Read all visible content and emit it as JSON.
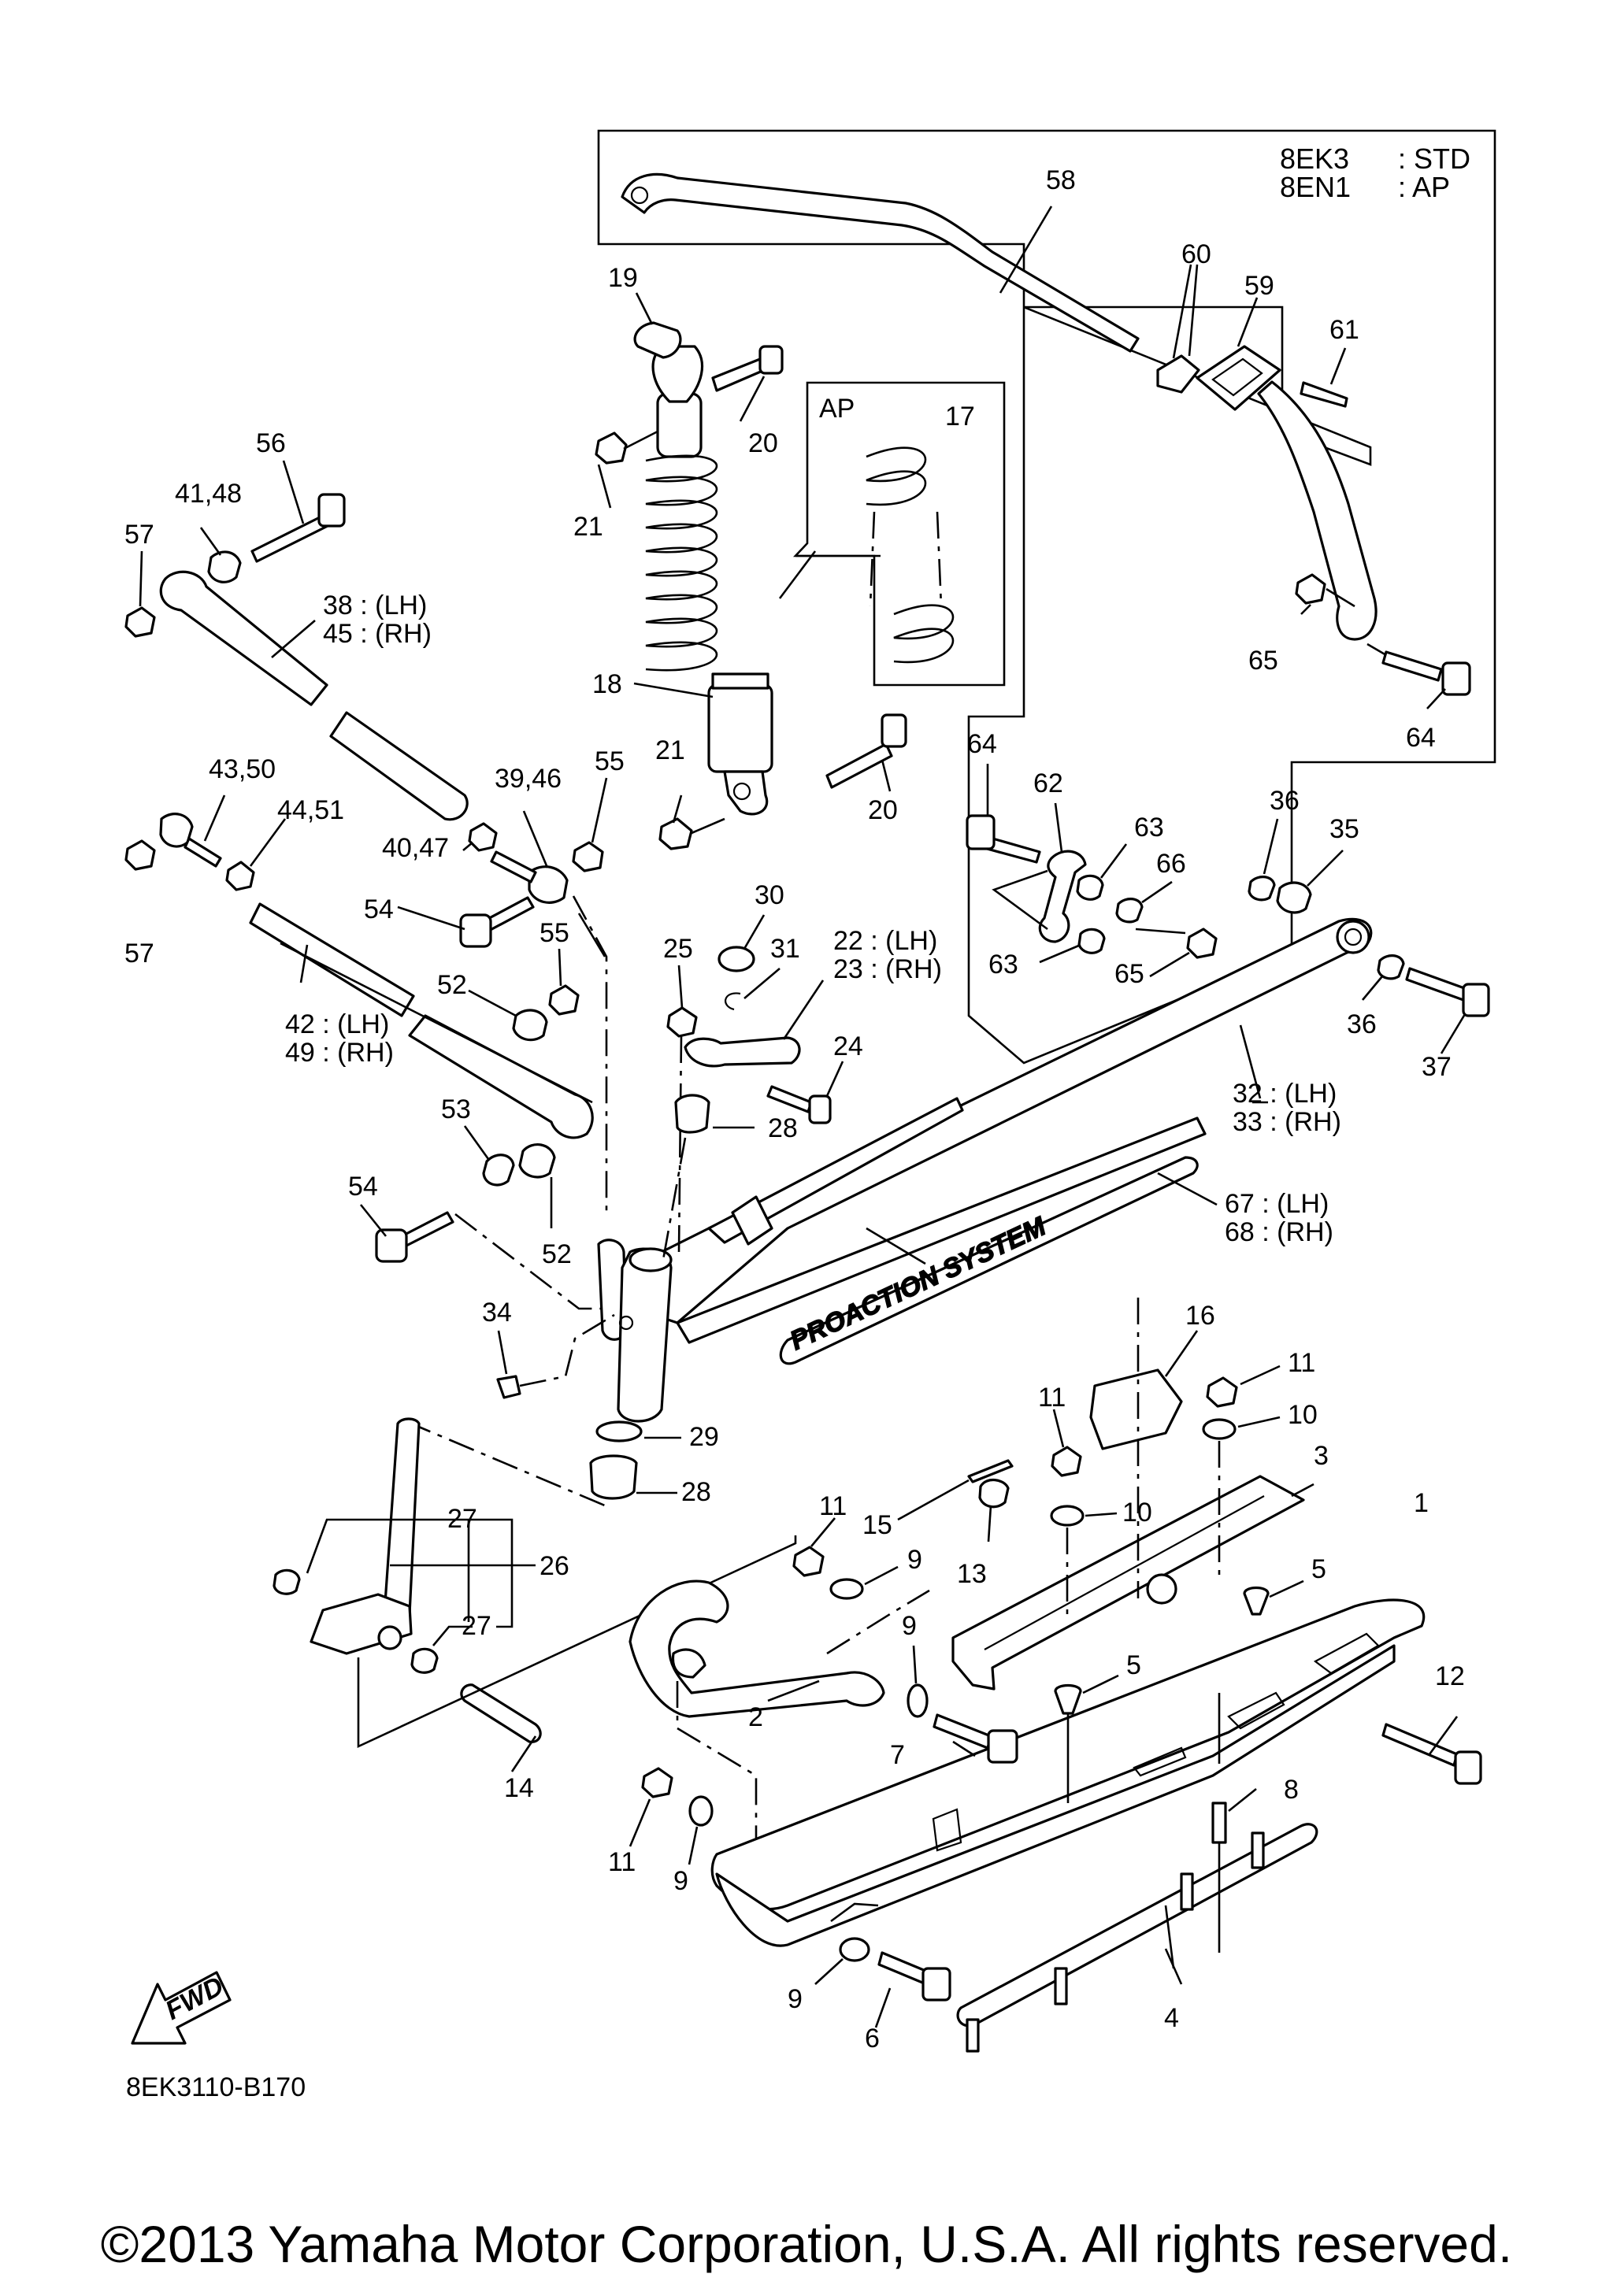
{
  "header": {
    "models": [
      {
        "code": "8EK3",
        "variant": ": STD"
      },
      {
        "code": "8EN1",
        "variant": ": AP"
      }
    ]
  },
  "inset_label": "AP",
  "decal_text": "PROACTION SYSTEM",
  "fwd_label": "FWD",
  "diagram_code": "8EK3110-B170",
  "copyright": "©2013 Yamaha Motor Corporation, U.S.A. All rights reserved.",
  "callouts": {
    "c58": "58",
    "c60": "60",
    "c59": "59",
    "c61": "61",
    "c19": "19",
    "c20a": "20",
    "c17": "17",
    "c21a": "21",
    "c56": "56",
    "c4148": "41,48",
    "c57a": "57",
    "c3845": [
      "38 : (LH)",
      "45 : (RH)"
    ],
    "c18": "18",
    "c65a": "65",
    "c64a": "64",
    "c21b": "21",
    "c20b": "20",
    "c64b": "64",
    "c4350": "43,50",
    "c4451": "44,51",
    "c3946": "39,46",
    "c55a": "55",
    "c4047": "40,47",
    "c62": "62",
    "c63a": "63",
    "c36a": "36",
    "c35": "35",
    "c66": "66",
    "c57b": "57",
    "c54a": "54",
    "c30": "30",
    "c31": "31",
    "c2223": [
      "22 : (LH)",
      "23 : (RH)"
    ],
    "c55b": "55",
    "c25": "25",
    "c63b": "63",
    "c65b": "65",
    "c36b": "36",
    "c37": "37",
    "c52a": "52",
    "c4249": [
      "42 : (LH)",
      "49 : (RH)"
    ],
    "c24": "24",
    "c28a": "28",
    "c3233": [
      "32 : (LH)",
      "33 : (RH)"
    ],
    "c53": "53",
    "c54b": "54",
    "c6768": [
      "67 : (LH)",
      "68 : (RH)"
    ],
    "c52b": "52",
    "c34": "34",
    "c16": "16",
    "c11a": "11",
    "c11b": "11",
    "c10a": "10",
    "c29": "29",
    "c28b": "28",
    "c3": "3",
    "c10b": "10",
    "c15": "15",
    "c27a": "27",
    "c26": "26",
    "c11c": "11",
    "c13": "13",
    "c9a": "9",
    "c1": "1",
    "c5a": "5",
    "c27b": "27",
    "c9b": "9",
    "c5b": "5",
    "c2": "2",
    "c12": "12",
    "c7": "7",
    "c14": "14",
    "c8": "8",
    "c11d": "11",
    "c9c": "9",
    "c9d": "9",
    "c6": "6",
    "c4": "4"
  }
}
